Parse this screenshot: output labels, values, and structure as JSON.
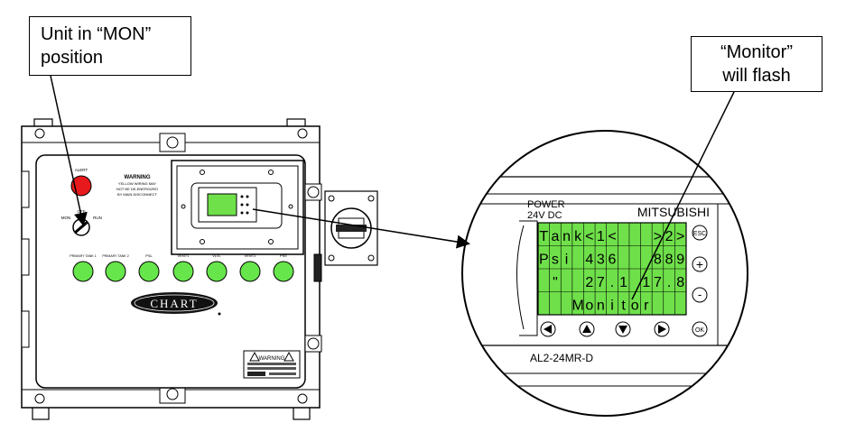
{
  "callouts": {
    "mon_line1": "Unit in “MON”",
    "mon_line2": "position",
    "monitor_line1": "“Monitor”",
    "monitor_line2": "will flash"
  },
  "panel": {
    "alert_label": "ALERT",
    "warning_title": "WARNING",
    "warning_text_1": "YELLOW WIRING MAY",
    "warning_text_2": "NOT BE DE-ENERGIZED",
    "warning_text_3": "BY MAIN DISCONNECT",
    "switch_off": "OFF",
    "switch_mon": "MON",
    "switch_run": "RUN",
    "lights": [
      "PRIMARY TANK 1",
      "PRIMARY TANK 2",
      "PSL",
      "VENT1",
      "VLVL",
      "VENT2",
      "PSE"
    ],
    "brand": "CHART",
    "arc_flash_title": "WARNING"
  },
  "plc": {
    "power_label_1": "POWER",
    "power_label_2": "24V DC",
    "brand": "MITSUBISHI",
    "model": "AL2-24MR-D",
    "buttons": {
      "esc": "ESC",
      "plus": "+",
      "minus": "-",
      "ok": "OK"
    },
    "lcd_rows": [
      [
        "T",
        "a",
        "n",
        "k",
        "<",
        "1",
        "<",
        "",
        "",
        "",
        ">",
        "2",
        ">"
      ],
      [
        "P",
        "s",
        "i",
        "",
        "4",
        "3",
        "6",
        "",
        "",
        "",
        "8",
        "8",
        "9"
      ],
      [
        "",
        "\"",
        "",
        "",
        "2",
        "7",
        ".",
        "1",
        "",
        "1",
        "7",
        ".",
        "8"
      ],
      [
        "",
        "",
        "",
        "M",
        "o",
        "n",
        "i",
        "t",
        "o",
        "r",
        "",
        "",
        ""
      ]
    ]
  },
  "colors": {
    "lcd_green": "#6fe04a",
    "alert_red": "#e8191c",
    "light_green": "#66e64a"
  }
}
